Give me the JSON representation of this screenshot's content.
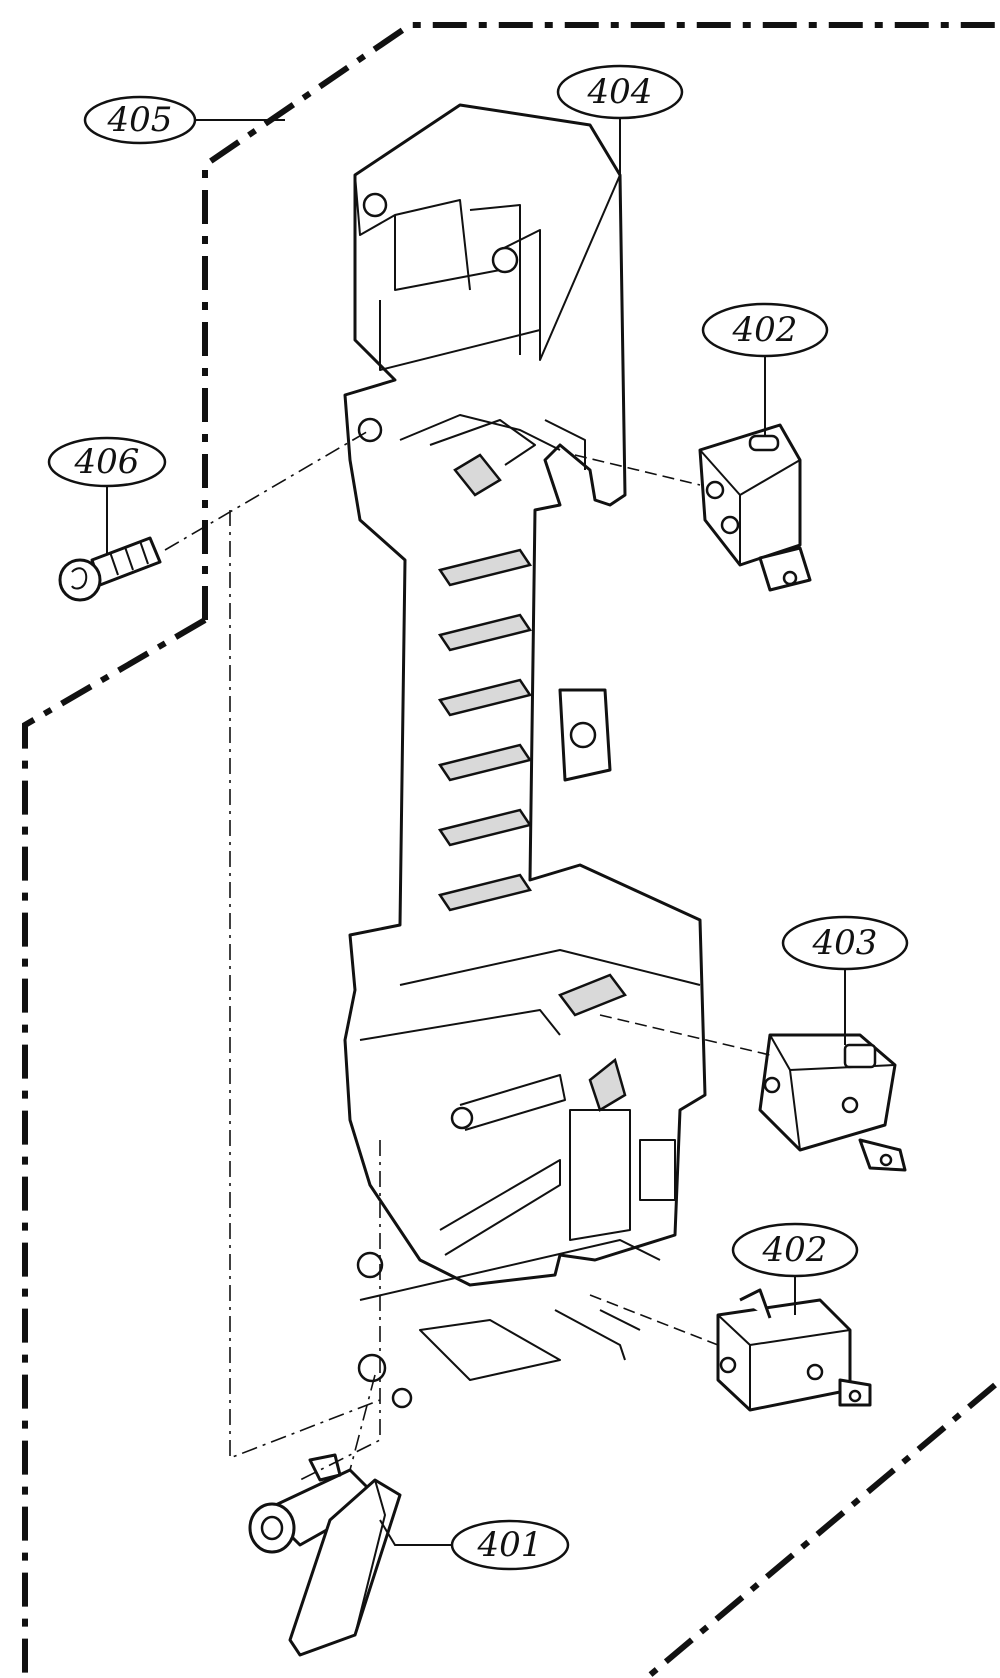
{
  "callouts": {
    "c405": "405",
    "c404": "404",
    "c402_top": "402",
    "c406": "406",
    "c403": "403",
    "c402_bottom": "402",
    "c401": "401"
  },
  "colors": {
    "line": "#111111",
    "background": "#ffffff",
    "shading": "#d9d9d9"
  }
}
